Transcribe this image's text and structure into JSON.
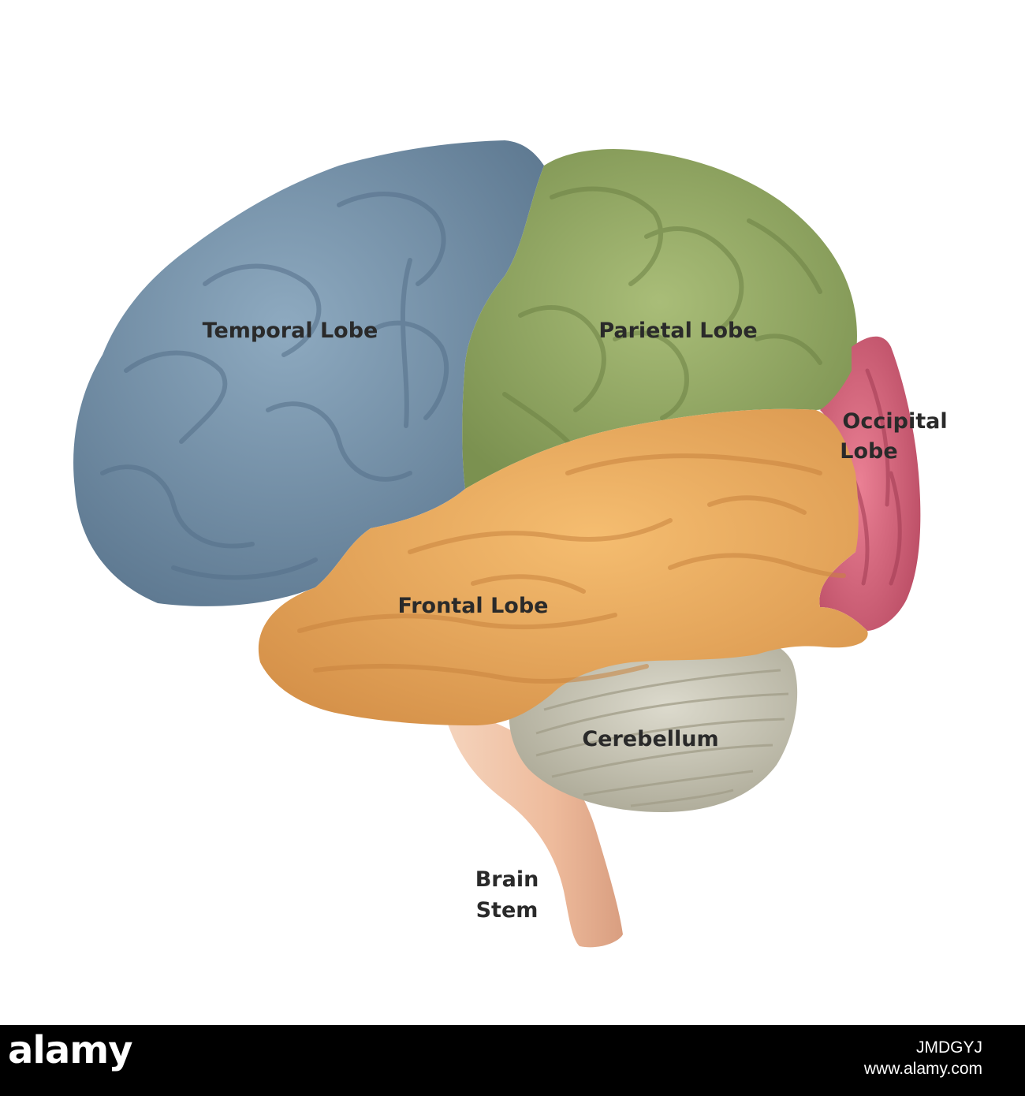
{
  "labels": {
    "temporal": "Temporal Lobe",
    "parietal": "Parietal Lobe",
    "occipital_line1": "Occipital",
    "occipital_line2": "Lobe",
    "frontal": "Frontal Lobe",
    "cerebellum": "Cerebellum",
    "brainstem_line1": "Brain",
    "brainstem_line2": "Stem"
  },
  "watermark": {
    "logo": "alamy",
    "image_id": "JMDGYJ",
    "site": "www.alamy.com"
  },
  "colors": {
    "temporal": "#7f9bb0",
    "parietal": "#9aae6a",
    "occipital": "#d9647c",
    "frontal": "#efb163",
    "cerebellum": "#c9c6b8",
    "brainstem": "#efc2a6"
  }
}
